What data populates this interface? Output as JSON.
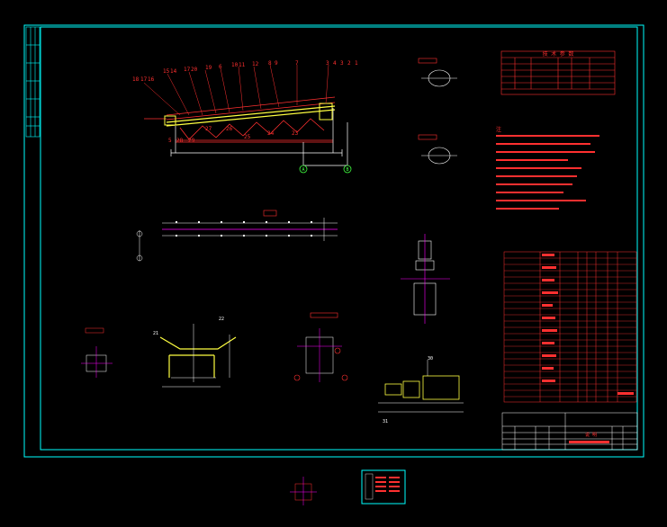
{
  "colors": {
    "background": "#000000",
    "frame": "#00ffff",
    "annotation": "#ff2020",
    "structure": "#ffff40",
    "line": "#ffffff",
    "axis": "#ff00ff",
    "grid_marker": "#40ff40"
  },
  "main_view": {
    "part_numbers_top": [
      "15",
      "14",
      "17",
      "20",
      "19",
      "6",
      "10",
      "11",
      "12",
      "8",
      "9",
      "7",
      "3",
      "4",
      "3",
      "2",
      "1"
    ],
    "part_numbers_left": [
      "18",
      "17",
      "16"
    ],
    "part_numbers_bottom": [
      "5",
      "28",
      "29",
      "27",
      "26",
      "25",
      "24",
      "23"
    ],
    "grid_markers": [
      "A",
      "B"
    ]
  },
  "tech_table": {
    "title": "技 术 参 数"
  },
  "notes": {
    "heading": "注"
  },
  "title_block": {
    "company": "说 明"
  },
  "detail_labels": {
    "section_1": "21",
    "section_2": "22",
    "drive_1": "30",
    "drive_2": "31"
  }
}
